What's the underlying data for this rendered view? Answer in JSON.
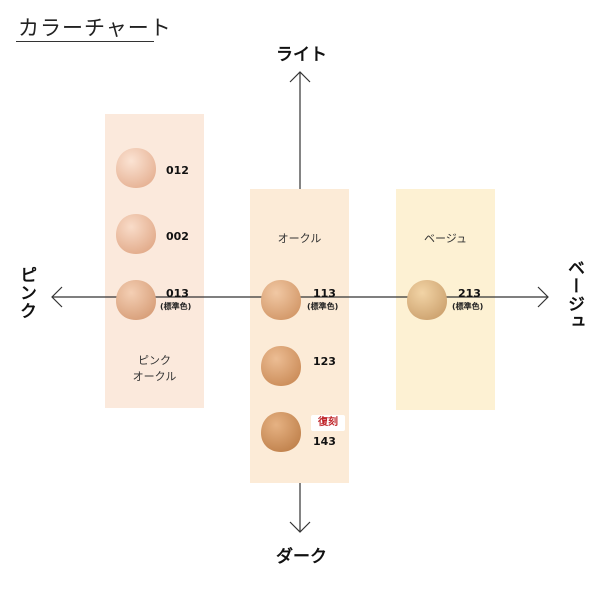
{
  "title": "カラーチャート",
  "axes": {
    "top": "ライト",
    "bottom": "ダーク",
    "left": "ピンク",
    "right": "ベージュ"
  },
  "groups": [
    {
      "label_line1": "ピンク",
      "label_line2": "オークル",
      "shades": [
        {
          "code": "012",
          "color": "#efc4ac"
        },
        {
          "code": "002",
          "color": "#ecbea4"
        },
        {
          "code": "013",
          "note": "(標準色)",
          "color": "#e4b08f"
        }
      ]
    },
    {
      "label": "オークル",
      "shades": [
        {
          "code": "113",
          "note": "(標準色)",
          "color": "#e2ac7f"
        },
        {
          "code": "123",
          "color": "#d9a170"
        },
        {
          "code": "143",
          "badge": "復刻",
          "color": "#cf955e"
        }
      ]
    },
    {
      "label": "ベージュ",
      "shades": [
        {
          "code": "213",
          "note": "(標準色)",
          "color": "#ddb583"
        }
      ]
    }
  ],
  "colors": {
    "panel_pink": "#fbe9dc",
    "panel_ochre": "#fcebd7",
    "panel_beige": "#fdf1d3",
    "axis_line": "#333333",
    "badge_text": "#c0282d"
  }
}
